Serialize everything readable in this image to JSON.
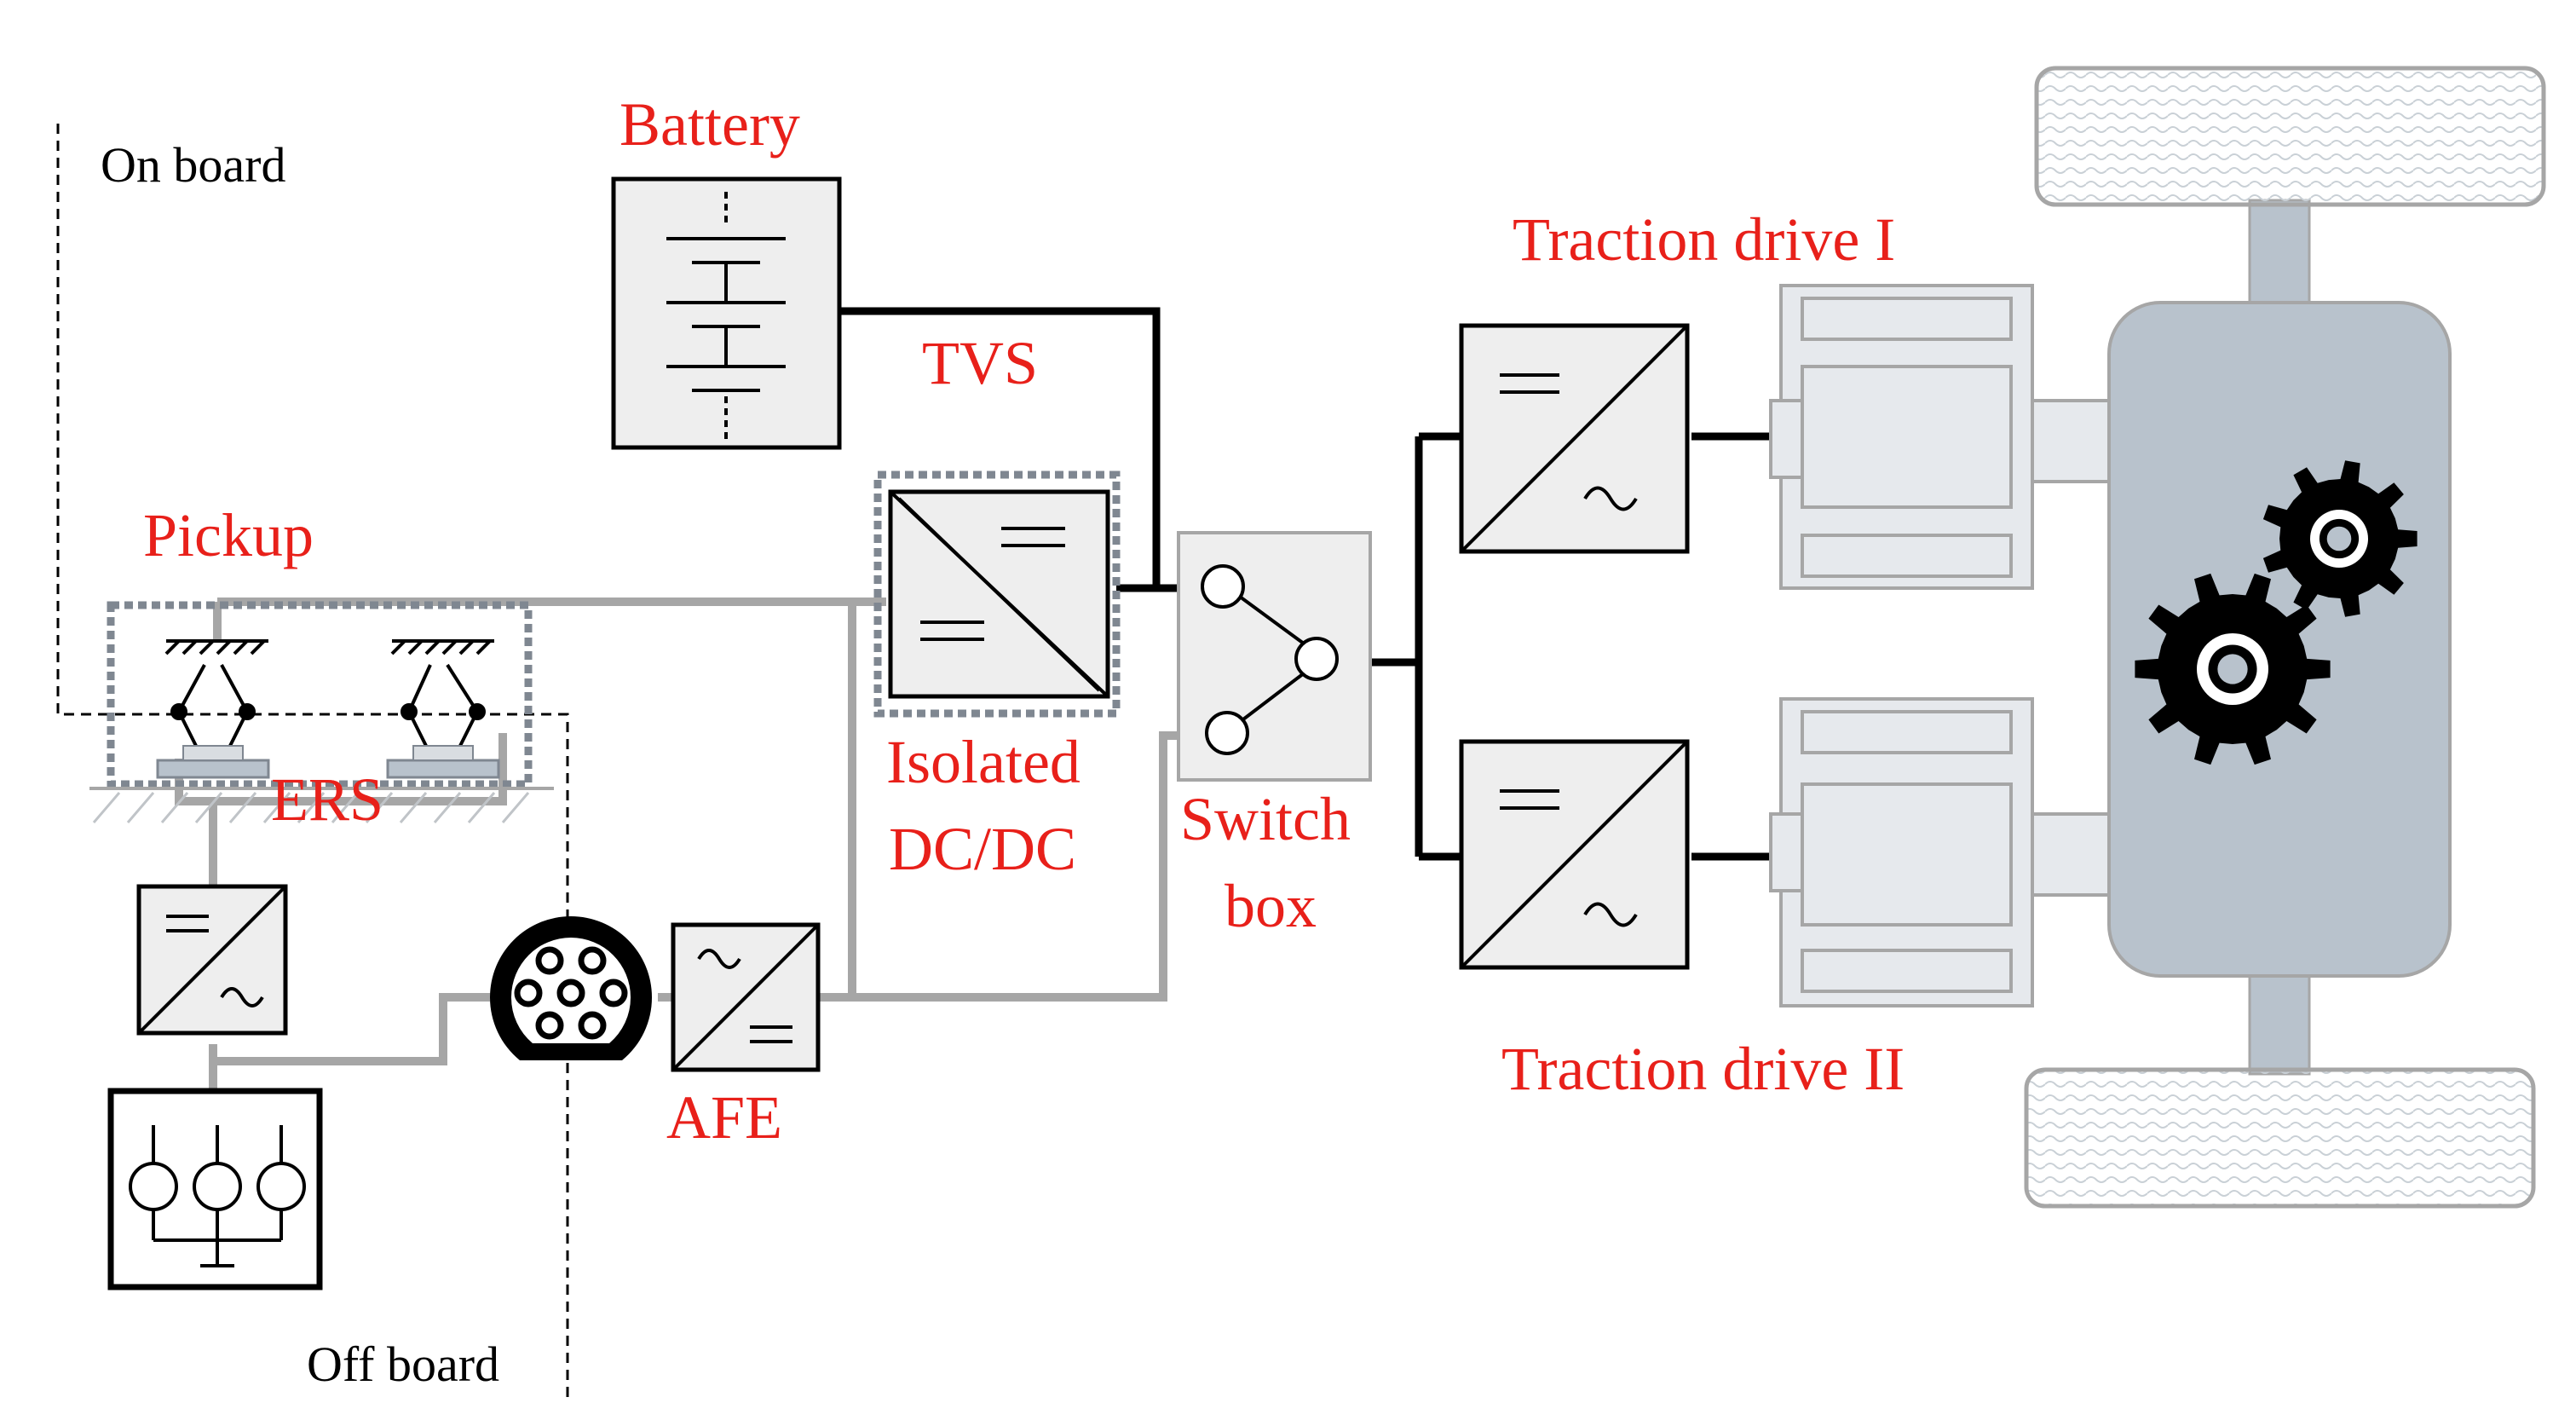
{
  "labels": {
    "battery": "Battery",
    "tvs": "TVS",
    "pickup": "Pickup",
    "ers": "ERS",
    "isolated_l1": "Isolated",
    "isolated_l2": "DC/DC",
    "switch_l1": "Switch",
    "switch_l2": "box",
    "afe": "AFE",
    "traction1": "Traction drive I",
    "traction2": "Traction drive II",
    "on_board": "On board",
    "off_board": "Off board"
  },
  "colors": {
    "label_red": "#e8201a",
    "wire_dc": "#000000",
    "wire_grey": "#a6a6a6",
    "box_fill": "#eeeeee",
    "motor_fill": "#e6e9ed",
    "gearbox_fill": "#b8c2cc",
    "dashed_box": "#7f8791"
  },
  "icons": {
    "battery": "battery-icon",
    "dc_dc": "dc-dc-converter-icon",
    "dc_ac": "inverter-icon",
    "ac_dc": "rectifier-icon",
    "switch": "switch-icon",
    "plug": "charging-plug-icon",
    "grid": "grid-source-icon",
    "gear": "gear-icon",
    "wheel": "wheel-icon",
    "motor": "motor-icon"
  }
}
